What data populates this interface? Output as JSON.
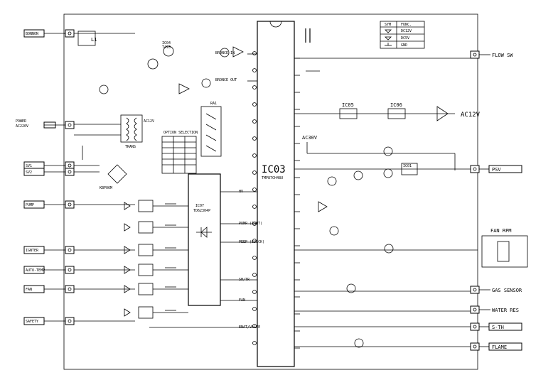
{
  "ic03": {
    "name": "IC03",
    "part": "TMP87CH48U"
  },
  "ic04": {
    "name": "IC04",
    "part": "T493"
  },
  "ic07": {
    "name": "IC07",
    "part": "TD62304P"
  },
  "ic05": "IC05",
  "ic06": "IC06",
  "ic01": "IC01",
  "ra1": "RA1",
  "l1": "L1",
  "trans": "TRANS",
  "kbpo6m": "KBPO6M",
  "ac12v_label": "AC12V",
  "ac30v_label": "AC30V",
  "ic03_pins": {
    "left": [
      "HV",
      "PUMP (IGNT)",
      "PEEP (SV1CK)",
      "SH/TR",
      "FAN",
      "ENAT/VALVE"
    ],
    "right_top": [
      "BRONCE IN",
      "BRONCE OUT"
    ]
  },
  "left_connectors": [
    {
      "id": "c_bonnon",
      "label": "BONNON"
    },
    {
      "id": "c_power",
      "label": "POWER\nAC220V"
    },
    {
      "id": "c_sv1",
      "label": "SV1"
    },
    {
      "id": "c_sv2",
      "label": "SV2"
    },
    {
      "id": "c_pump",
      "label": "PUMP"
    },
    {
      "id": "c_ignter",
      "label": "IGNTER"
    },
    {
      "id": "c_autotemp",
      "label": "AUTO-TEMP"
    },
    {
      "id": "c_fan",
      "label": "FAN"
    },
    {
      "id": "c_safety",
      "label": "SAFETY"
    }
  ],
  "right_connectors": [
    {
      "id": "c_flowsw",
      "label": "FLOW SW"
    },
    {
      "id": "c_psv",
      "label": "PSV"
    },
    {
      "id": "c_fanrpm",
      "label": "FAN RPM"
    },
    {
      "id": "c_gas",
      "label": "GAS SENSOR"
    },
    {
      "id": "c_water",
      "label": "WATER RES"
    },
    {
      "id": "c_sth",
      "label": "S-TH"
    },
    {
      "id": "c_flame",
      "label": "FLAME"
    }
  ],
  "legend": {
    "headers": [
      "SYM",
      "FUNC."
    ],
    "rows": [
      "DC12V",
      "DC5V",
      "GND"
    ]
  },
  "option_table": {
    "title": "OPTION SELECTION",
    "rows": 6
  }
}
